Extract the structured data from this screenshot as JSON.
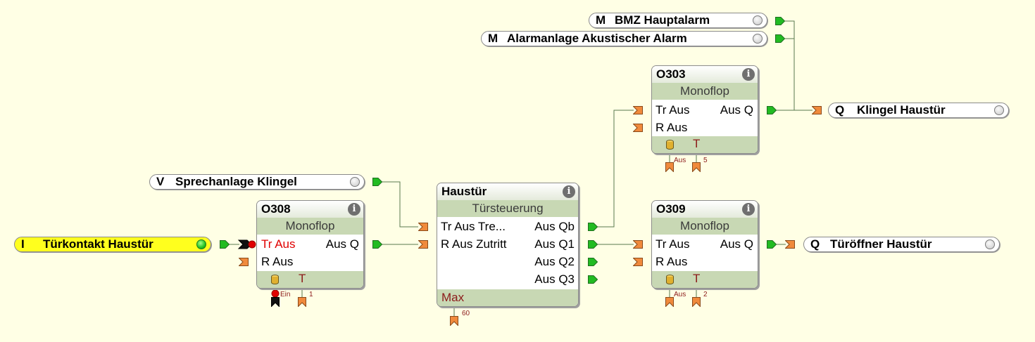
{
  "inputs": {
    "tuerkontakt": {
      "type": "I",
      "label": "Türkontakt Haustür"
    },
    "sprechanlage": {
      "type": "V",
      "label": "Sprechanlage Klingel"
    },
    "bmz": {
      "type": "M",
      "label": "BMZ Hauptalarm"
    },
    "alarmanlage": {
      "type": "M",
      "label": "Alarmanlage Akustischer Alarm"
    }
  },
  "outputs": {
    "klingel": {
      "type": "Q",
      "label": "Klingel Haustür"
    },
    "tueroeffner": {
      "type": "Q",
      "label": "Türöffner Haustür"
    }
  },
  "blocks": {
    "o308": {
      "id": "O308",
      "type": "Monoflop",
      "in1": "Tr Aus",
      "in2": "R Aus",
      "out1": "Aus Q",
      "param": "T",
      "pin_left": "Ein",
      "pin_right": "1"
    },
    "haustuer": {
      "id": "Haustür",
      "type": "Türsteuerung",
      "in1": "Tr Aus Tre...",
      "in2": "R Aus Zutritt",
      "out1": "Aus Qb",
      "out2": "Aus Q1",
      "out3": "Aus Q2",
      "out4": "Aus Q3",
      "param": "Max",
      "pin_value": "60"
    },
    "o303": {
      "id": "O303",
      "type": "Monoflop",
      "in1": "Tr Aus",
      "in2": "R Aus",
      "out1": "Aus Q",
      "param": "T",
      "pin_left": "Aus",
      "pin_right": "5"
    },
    "o309": {
      "id": "O309",
      "type": "Monoflop",
      "in1": "Tr Aus",
      "in2": "R Aus",
      "out1": "Aus Q",
      "param": "T",
      "pin_left": "Aus",
      "pin_right": "2"
    }
  },
  "colors": {
    "background": "#ffffe5",
    "block_band": "#c8d8b4",
    "wire": "#5a7a50",
    "connector_green": "#22bb22",
    "connector_orange": "#f08a3c",
    "input_highlight": "#ffff1e",
    "active_red": "#e00000",
    "param_text": "#8c1a1a"
  }
}
